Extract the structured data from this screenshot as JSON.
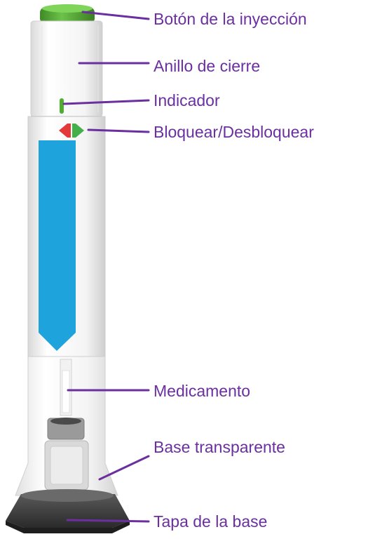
{
  "colors": {
    "label_text": "#6b2fa0",
    "leader_line": "#6b2fa0",
    "cap_green": "#5aa83a",
    "window_blue": "#1fa3dc",
    "lock_red": "#e23a3a",
    "unlock_green": "#44b04a",
    "base_cap": "#3d3d3d"
  },
  "labels": {
    "injection_button": "Botón de la inyección",
    "locking_ring": "Anillo de cierre",
    "indicator": "Indicador",
    "lock_unlock": "Bloquear/Desbloquear",
    "medication": "Medicamento",
    "transparent_base": "Base transparente",
    "base_cap": "Tapa de la base"
  }
}
